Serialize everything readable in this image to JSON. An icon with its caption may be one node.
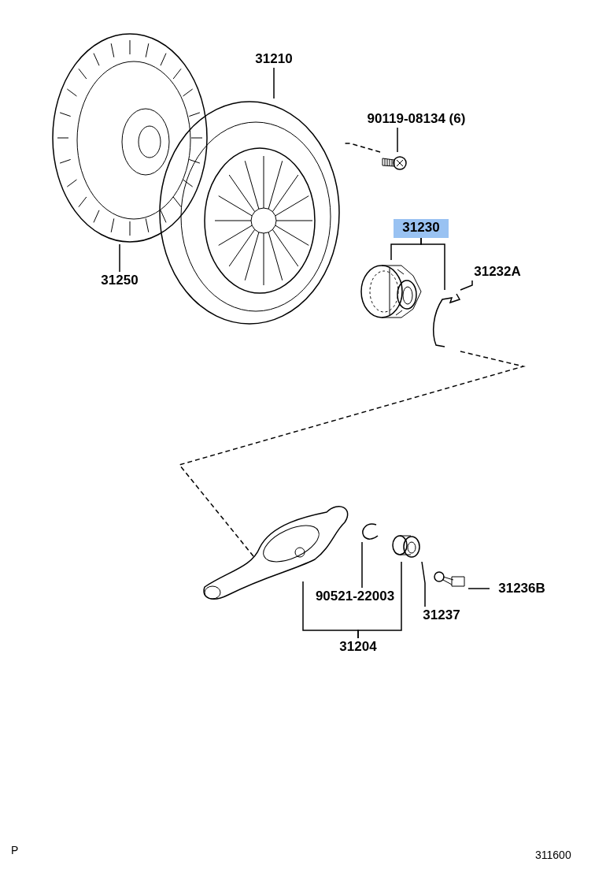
{
  "diagram": {
    "nodes": [
      {
        "text": [
          "31210"
        ]
      },
      {
        "text": [],
        "shape": "picture"
      },
      {
        "text": [
          "90119-08134 (6)"
        ]
      },
      {
        "text": [],
        "shape": "picture"
      },
      {
        "text": [
          "31250"
        ]
      },
      {
        "text": [],
        "shape": "picture"
      },
      {
        "text": [
          "31230"
        ]
      },
      {
        "text": [],
        "shape": "picture"
      },
      {
        "text": [
          "31232A"
        ]
      },
      {
        "text": [],
        "shape": "picture"
      },
      {
        "text": [],
        "shape": "picture"
      },
      {
        "text": [],
        "shape": "picture"
      },
      {
        "text": [
          "90521-22003"
        ]
      },
      {
        "text": [],
        "shape": "picture"
      },
      {
        "text": [
          "31237"
        ]
      },
      {
        "text": [],
        "shape": "picture"
      },
      {
        "text": [
          "31236B"
        ]
      },
      {
        "text": [
          "31204"
        ]
      }
    ],
    "edges": [
      {
        "from": 0,
        "to": 1,
        "arrow": "none"
      },
      {
        "from": 2,
        "to": 3,
        "arrow": "none"
      },
      {
        "from": 3,
        "to": 1,
        "arrow": "none",
        "style": "dashed"
      },
      {
        "from": 4,
        "to": 5,
        "arrow": "none"
      },
      {
        "from": 6,
        "to": 7,
        "arrow": "none"
      },
      {
        "from": 6,
        "to": 9,
        "arrow": "none"
      },
      {
        "from": 8,
        "to": 9,
        "arrow": "none"
      },
      {
        "from": 9,
        "to": 10,
        "arrow": "none",
        "style": "dashed"
      },
      {
        "from": 12,
        "to": 11,
        "arrow": "none"
      },
      {
        "from": 14,
        "to": 13,
        "arrow": "none"
      },
      {
        "from": 16,
        "to": 15,
        "arrow": "none"
      },
      {
        "from": 17,
        "to": 10,
        "arrow": "none"
      },
      {
        "from": 17,
        "to": 13,
        "arrow": "none"
      }
    ],
    "labels": [
      "P",
      "311600"
    ]
  }
}
